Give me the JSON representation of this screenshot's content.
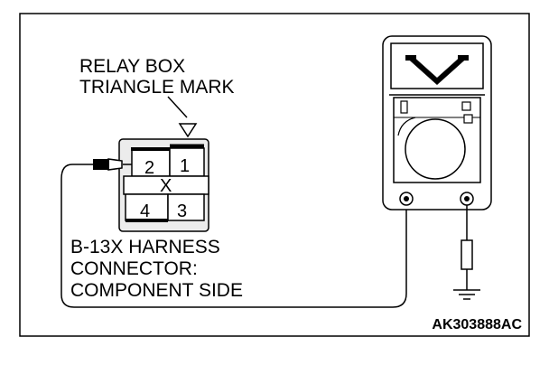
{
  "relay_box_label": {
    "line1": "RELAY BOX",
    "line2": "TRIANGLE MARK"
  },
  "connector": {
    "pins": {
      "pin1": "1",
      "pin2": "2",
      "pin3": "3",
      "pin4": "4",
      "center": "X"
    },
    "label": {
      "line1": "B-13X HARNESS",
      "line2": "CONNECTOR:",
      "line3": "COMPONENT SIDE"
    }
  },
  "figure_id": "AK303888AC",
  "colors": {
    "line": "#000000",
    "connector_fill": "#ececec",
    "background": "#ffffff"
  },
  "icons": {
    "meter_symbol": "voltage-v-icon",
    "ground": "ground-icon",
    "resistor": "resistor-icon",
    "triangle_mark": "triangle-mark-icon"
  }
}
